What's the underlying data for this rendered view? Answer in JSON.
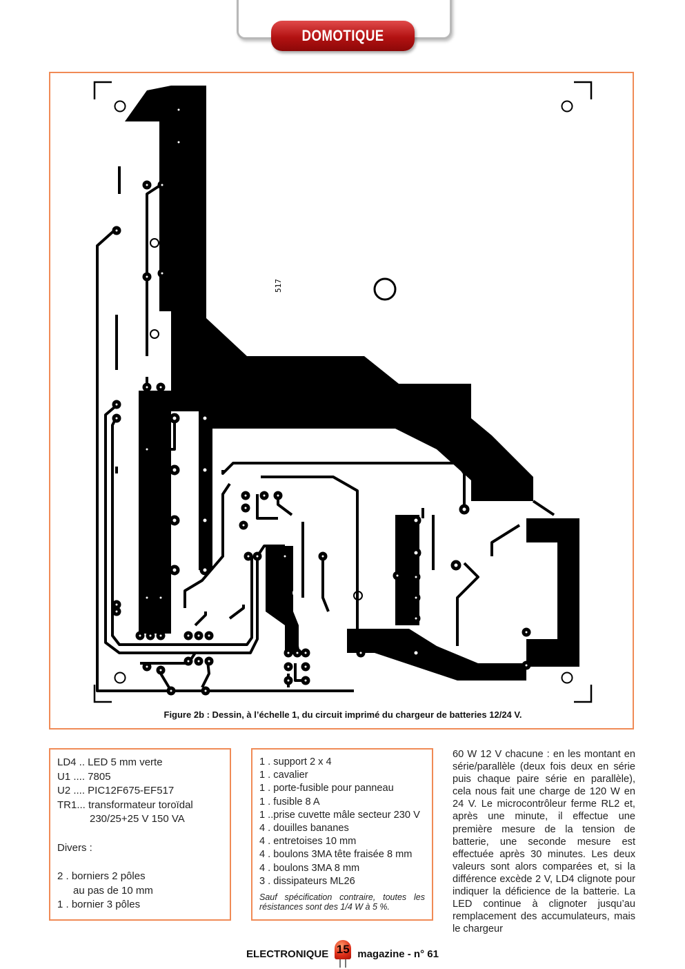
{
  "header": {
    "section": "DOMOTIQUE"
  },
  "figure": {
    "board_mark": "517",
    "caption": "Figure 2b : Dessin, à l’échelle 1, du circuit imprimé du chargeur de batteries 12/24 V."
  },
  "parts_list_1": {
    "rows": [
      "LD4 .. LED 5 mm verte",
      "U1 .... 7805",
      "U2 .... PIC12F675-EF517",
      "TR1... transformateur toroïdal",
      "230/25+25 V 150 VA"
    ],
    "divers_title": "Divers :",
    "divers_rows": [
      "2 . borniers 2 pôles",
      "au pas de 10 mm",
      "1 . bornier 3 pôles"
    ]
  },
  "parts_list_2": {
    "rows": [
      "1 . support 2 x 4",
      "1 . cavalier",
      "1 . porte-fusible pour panneau",
      "1 . fusible 8 A",
      "1 ..prise cuvette mâle secteur 230 V",
      "4 . douilles bananes",
      "4 . entretoises 10 mm",
      "4 . boulons 3MA tête fraisée 8 mm",
      "4 . boulons 3MA 8 mm",
      "3 . dissipateurs ML26"
    ],
    "note": "Sauf spécification contraire, toutes les résistances sont des 1/4 W à 5 %."
  },
  "body_text": "60 W 12 V chacune : en les montant en série/parallèle (deux fois deux en série puis chaque paire série en parallèle), cela nous fait une charge de 120 W en 24 V. Le microcontrôleur ferme RL2 et, après une minute, il effectue une première mesure de la tension de batterie, une seconde mesure est effectuée après 30 minutes. Les deux valeurs sont alors comparées et, si la différence excède 2 V, LD4 clignote pour indiquer la déficience de la batterie. La LED continue à clignoter jusqu’au remplacement des accumulateurs, mais le chargeur",
  "footer": {
    "left": "ELECTRONIQUE",
    "page_number": "15",
    "right": "magazine - n° 61"
  },
  "colors": {
    "accent_border": "#f08a55",
    "section_red": "#c41a1a",
    "pcb_copper": "#000000"
  }
}
